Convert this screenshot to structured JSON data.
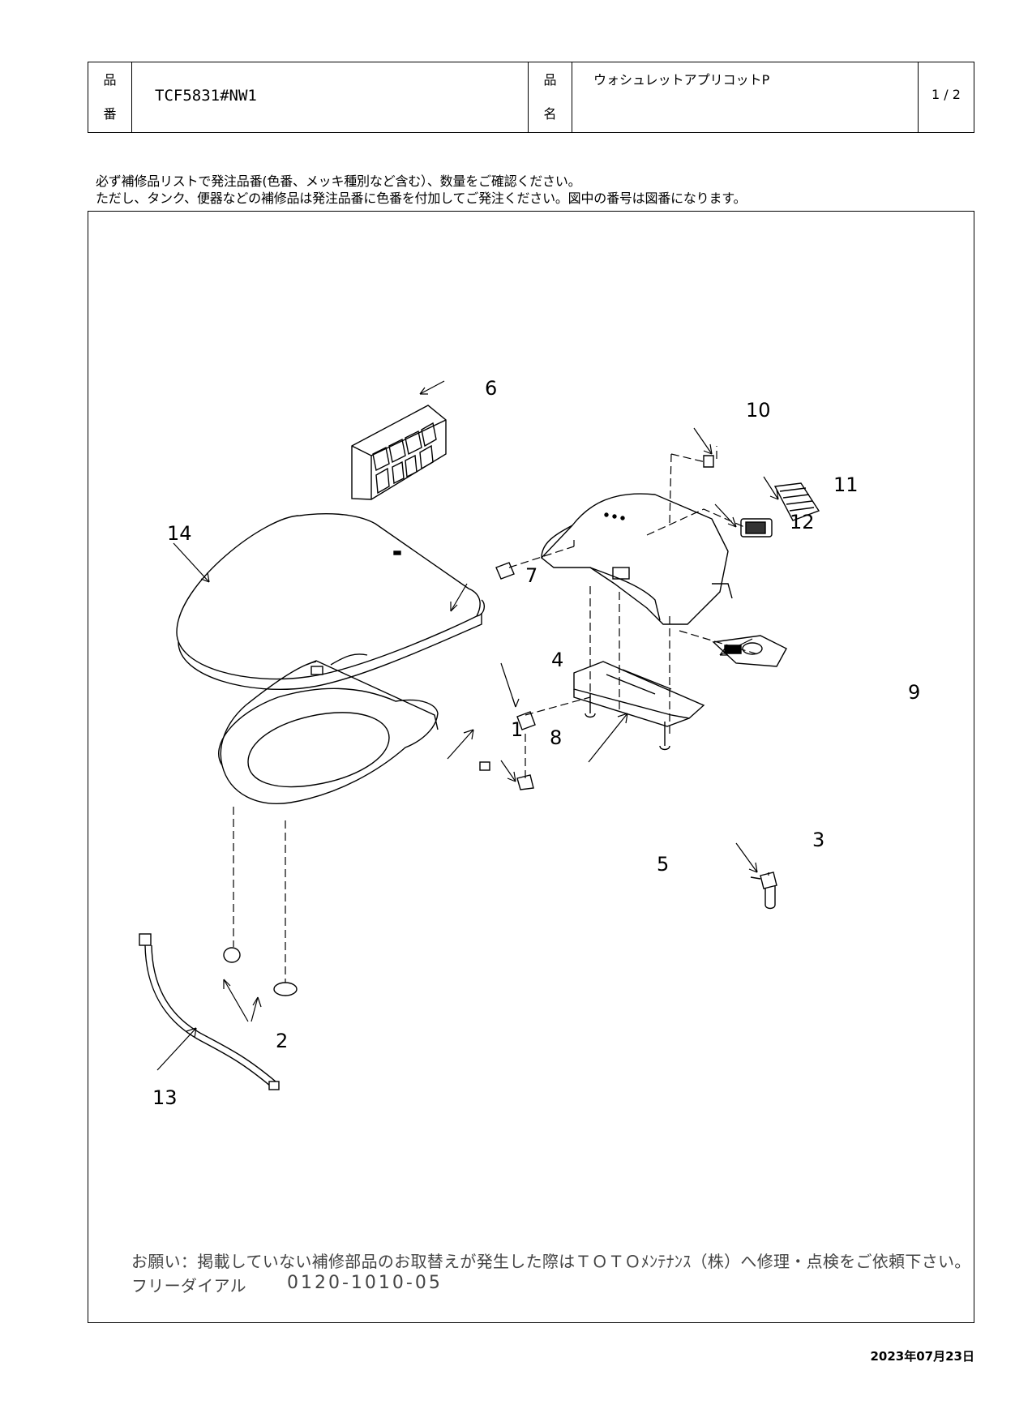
{
  "header": {
    "part_no_label_1": "品",
    "part_no_label_2": "番",
    "part_no": "TCF5831#NW1",
    "name_label_1": "品",
    "name_label_2": "名",
    "product_name": "ウォシュレットアプリコットP",
    "page": "1 / 2"
  },
  "notice": {
    "line1": "必ず補修品リストで発注品番(色番、メッキ種別など含む）、数量をご確認ください。",
    "line2": "ただし、タンク、便器などの補修品は発注品番に色番を付加してご発注ください。図中の番号は図番になります。"
  },
  "callouts": [
    "1",
    "2",
    "3",
    "4",
    "5",
    "6",
    "7",
    "8",
    "9",
    "10",
    "11",
    "12",
    "13",
    "14"
  ],
  "footer": {
    "request": "お願い：掲載していない補修部品のお取替えが発生した際はＴＯＴＯﾒﾝﾃﾅﾝｽ（株）へ修理・点検をご依頼下さい。",
    "dial_label": "フリーダイアル",
    "dial_number": "0120-1010-05"
  },
  "date": "2023年07月23日"
}
